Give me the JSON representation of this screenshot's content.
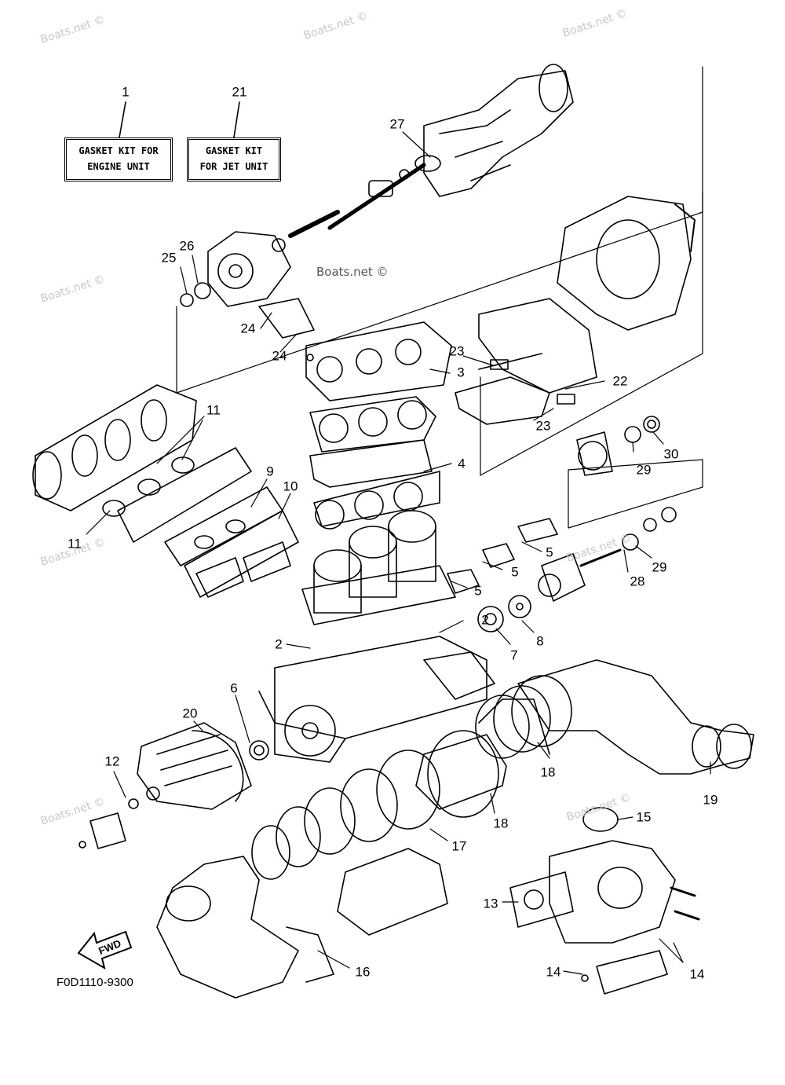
{
  "kits": [
    {
      "number": "1",
      "line1": "GASKET KIT FOR",
      "line2": "ENGINE UNIT"
    },
    {
      "number": "21",
      "line1": "GASKET KIT",
      "line2": "FOR JET UNIT"
    }
  ],
  "watermark": "Boats.net ©",
  "diagram_code": "F0D1110-9300",
  "fwd_label": "FWD",
  "callouts": [
    "27",
    "26",
    "25",
    "24",
    "24",
    "23",
    "3",
    "22",
    "23",
    "11",
    "9",
    "10",
    "4",
    "30",
    "29",
    "11",
    "5",
    "5",
    "29",
    "28",
    "5",
    "2",
    "8",
    "7",
    "2",
    "6",
    "20",
    "18",
    "12",
    "19",
    "18",
    "17",
    "15",
    "13",
    "14",
    "14",
    "16"
  ]
}
